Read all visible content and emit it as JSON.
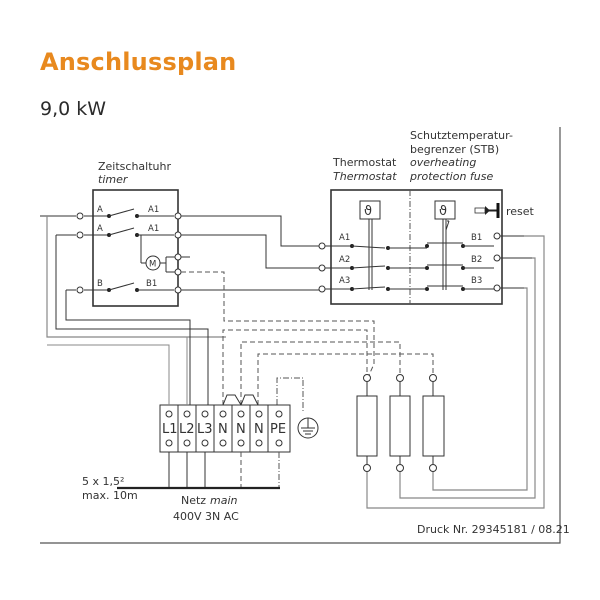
{
  "header": {
    "title": "Anschlussplan",
    "power_rating": "9,0 kW"
  },
  "colors": {
    "title_accent": "#e8891e",
    "line": "#333333"
  },
  "timer": {
    "label_de": "Zeitschaltuhr",
    "label_en": "timer",
    "contacts": [
      {
        "in": "A",
        "out": "A1"
      },
      {
        "in": "A",
        "out": "A1"
      },
      {
        "in": "B",
        "out": "B1"
      }
    ],
    "motor_symbol": "M"
  },
  "thermostat": {
    "label_de": "Thermostat",
    "label_en": "Thermostat",
    "contacts": [
      "A1",
      "A2",
      "A3"
    ],
    "sensor_symbol": "ϑ"
  },
  "stb": {
    "label_de_line1": "Schutztemperatur-",
    "label_de_line2": "begrenzer (STB)",
    "label_en_line1": "overheating",
    "label_en_line2": "protection fuse",
    "contacts": [
      "B1",
      "B2",
      "B3"
    ],
    "sensor_symbol": "ϑ",
    "reset_label": "reset"
  },
  "terminal_block": {
    "terminals": [
      "L1",
      "L2",
      "L3",
      "N",
      "N",
      "N",
      "PE"
    ]
  },
  "supply": {
    "cable": "5 x 1,5²",
    "max_length": "max. 10m",
    "netz_label": "Netz",
    "main_label": "main",
    "voltage": "400V 3N AC"
  },
  "footer": {
    "print_number": "Druck Nr. 29345181 / 08.21"
  }
}
